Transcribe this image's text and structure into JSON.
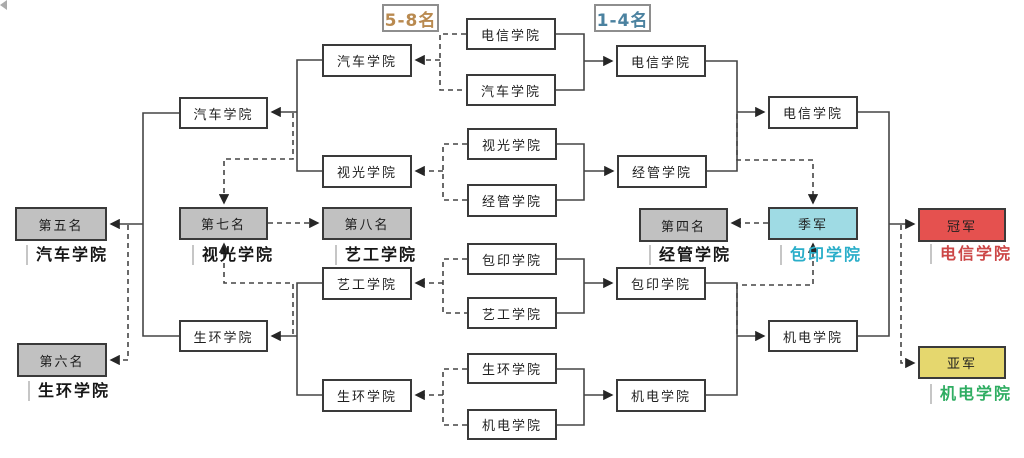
{
  "legend": {
    "losers": {
      "label": "5-8名"
    },
    "winners": {
      "label": "1-4名"
    }
  },
  "bracket": {
    "quarterfinals": [
      {
        "a": "电信学院",
        "b": "汽车学院",
        "winner": "电信学院"
      },
      {
        "a": "视光学院",
        "b": "经管学院",
        "winner": "经管学院"
      },
      {
        "a": "包印学院",
        "b": "艺工学院",
        "winner": "包印学院"
      },
      {
        "a": "生环学院",
        "b": "机电学院",
        "winner": "机电学院"
      }
    ],
    "semifinal_winners": [
      "电信学院",
      "机电学院"
    ],
    "consolation": {
      "round1": [
        "汽车学院",
        "视光学院",
        "艺工学院",
        "生环学院"
      ],
      "winners": [
        "汽车学院",
        "生环学院"
      ]
    }
  },
  "standings": {
    "champion": {
      "title": "冠军",
      "team": "电信学院"
    },
    "runner_up": {
      "title": "亚军",
      "team": "机电学院"
    },
    "third": {
      "title": "季军",
      "team": "包印学院"
    },
    "fourth": {
      "title": "第四名",
      "team": "经管学院"
    },
    "fifth": {
      "title": "第五名",
      "team": "汽车学院"
    },
    "sixth": {
      "title": "第六名",
      "team": "生环学院"
    },
    "seventh": {
      "title": "第七名",
      "team": "视光学院"
    },
    "eighth": {
      "title": "第八名",
      "team": "艺工学院"
    }
  },
  "colors": {
    "box_gray": "#c1c1c1",
    "box_third": "#9fdbe4",
    "box_champion": "#e5514f",
    "box_runner_up": "#e5d76e",
    "label_third": "#2aaec9",
    "label_champion": "#cc4646",
    "label_runner_up": "#2fad62",
    "legend_losers": "#b98a50",
    "legend_winners": "#4b82a0",
    "line": "#454545"
  }
}
